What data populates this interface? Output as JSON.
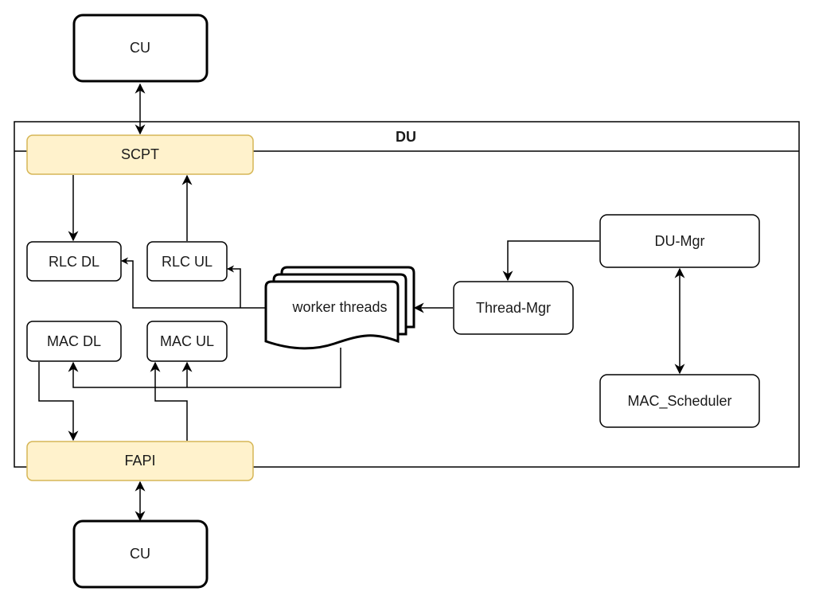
{
  "diagram": {
    "container": {
      "id": "du",
      "label": "DU"
    },
    "nodes": [
      {
        "id": "cu_top",
        "label": "CU",
        "style": "bold"
      },
      {
        "id": "scpt",
        "label": "SCPT",
        "style": "interface"
      },
      {
        "id": "rlc_dl",
        "label": "RLC DL",
        "style": "plain"
      },
      {
        "id": "rlc_ul",
        "label": "RLC UL",
        "style": "plain"
      },
      {
        "id": "mac_dl",
        "label": "MAC DL",
        "style": "plain"
      },
      {
        "id": "mac_ul",
        "label": "MAC UL",
        "style": "plain"
      },
      {
        "id": "worker_threads",
        "label": "worker threads",
        "style": "multi-document"
      },
      {
        "id": "thread_mgr",
        "label": "Thread-Mgr",
        "style": "plain"
      },
      {
        "id": "du_mgr",
        "label": "DU-Mgr",
        "style": "plain"
      },
      {
        "id": "mac_scheduler",
        "label": "MAC_Scheduler",
        "style": "plain"
      },
      {
        "id": "fapi",
        "label": "FAPI",
        "style": "interface"
      },
      {
        "id": "cu_bottom",
        "label": "CU",
        "style": "bold"
      }
    ],
    "edges": [
      {
        "from": "cu_top",
        "to": "scpt",
        "direction": "both"
      },
      {
        "from": "scpt",
        "to": "rlc_dl",
        "direction": "forward"
      },
      {
        "from": "rlc_ul",
        "to": "scpt",
        "direction": "forward"
      },
      {
        "from": "worker_threads",
        "to": "rlc_dl",
        "direction": "forward"
      },
      {
        "from": "worker_threads",
        "to": "rlc_ul",
        "direction": "forward"
      },
      {
        "from": "worker_threads",
        "to": "mac_dl",
        "direction": "forward"
      },
      {
        "from": "worker_threads",
        "to": "mac_ul",
        "direction": "forward"
      },
      {
        "from": "mac_dl",
        "to": "fapi",
        "direction": "forward"
      },
      {
        "from": "fapi",
        "to": "mac_ul",
        "direction": "forward"
      },
      {
        "from": "thread_mgr",
        "to": "worker_threads",
        "direction": "forward"
      },
      {
        "from": "du_mgr",
        "to": "thread_mgr",
        "direction": "forward"
      },
      {
        "from": "du_mgr",
        "to": "mac_scheduler",
        "direction": "both"
      },
      {
        "from": "fapi",
        "to": "cu_bottom",
        "direction": "both"
      }
    ],
    "colors": {
      "stroke": "#000000",
      "interface_fill": "#fff2cc",
      "interface_stroke": "#d6b656",
      "background": "#ffffff"
    }
  }
}
